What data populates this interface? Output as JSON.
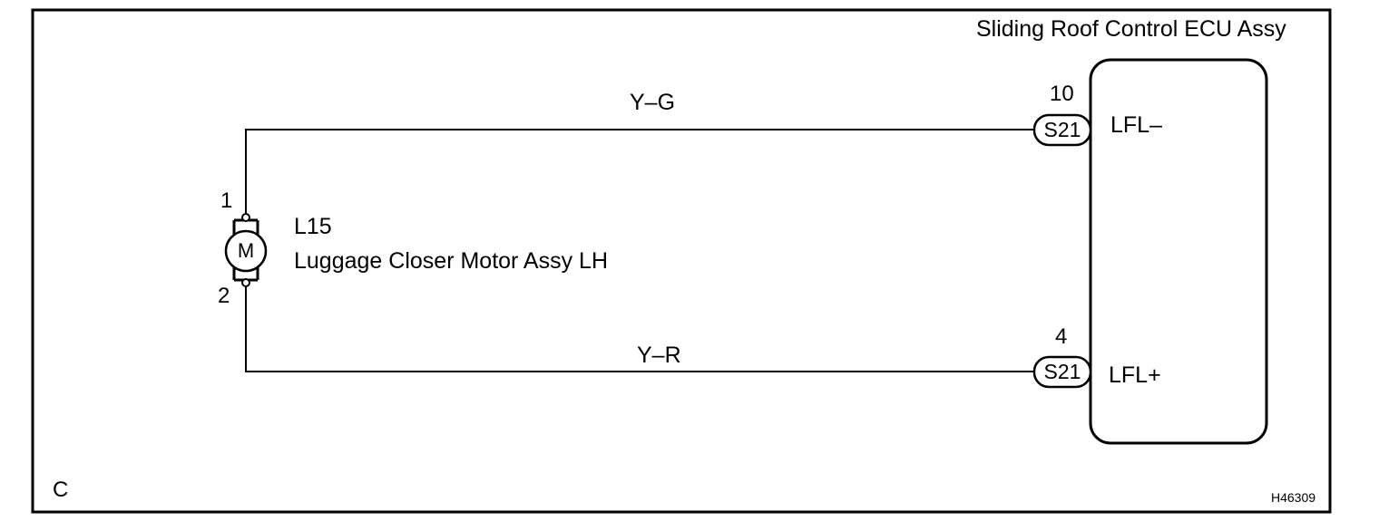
{
  "ecu": {
    "title": "Sliding Roof Control ECU Assy",
    "pins": [
      {
        "pin_number": "10",
        "connector": "S21",
        "signal": "LFL–"
      },
      {
        "pin_number": "4",
        "connector": "S21",
        "signal": "LFL+"
      }
    ]
  },
  "motor": {
    "code": "L15",
    "name": "Luggage Closer Motor Assy LH",
    "symbol": "M",
    "terminals": [
      "1",
      "2"
    ]
  },
  "wires": [
    {
      "color_code": "Y–G"
    },
    {
      "color_code": "Y–R"
    }
  ],
  "corner_label": "C",
  "figure_id": "H46309"
}
